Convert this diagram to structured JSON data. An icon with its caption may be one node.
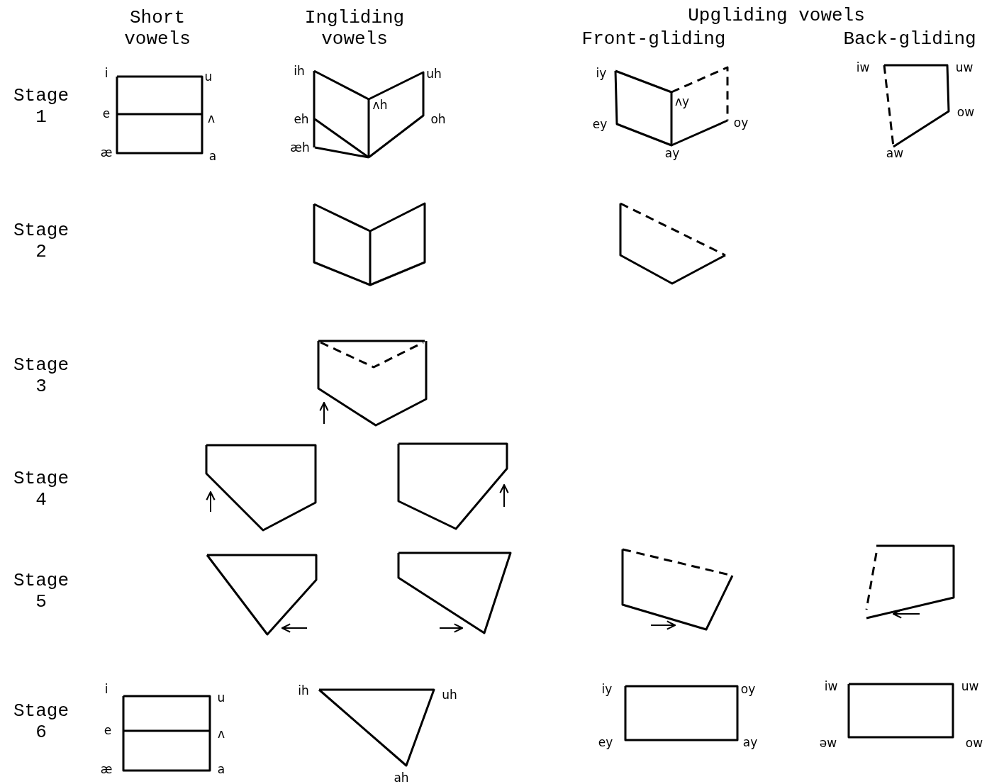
{
  "diagram": {
    "labels": [
      "Short vowels",
      "Ingliding vowels",
      "Upgliding vowels",
      "Front-gliding",
      "Back-gliding",
      "Stage 1",
      "i",
      "u",
      "e",
      "ʌ",
      "æ",
      "a",
      "ih",
      "uh",
      "ʌh",
      "eh",
      "oh",
      "æh",
      "iy",
      "ʌy",
      "ey",
      "oy",
      "ay",
      "iw",
      "uw",
      "ow",
      "aw",
      "Stage 2",
      "Stage 3",
      "Stage 4",
      "Stage 5",
      "Stage 6",
      "i",
      "u",
      "e",
      "ʌ",
      "æ",
      "a",
      "ih",
      "uh",
      "ah",
      "iy",
      "oy",
      "ey",
      "ay",
      "iw",
      "uw",
      "əw",
      "ow"
    ]
  }
}
